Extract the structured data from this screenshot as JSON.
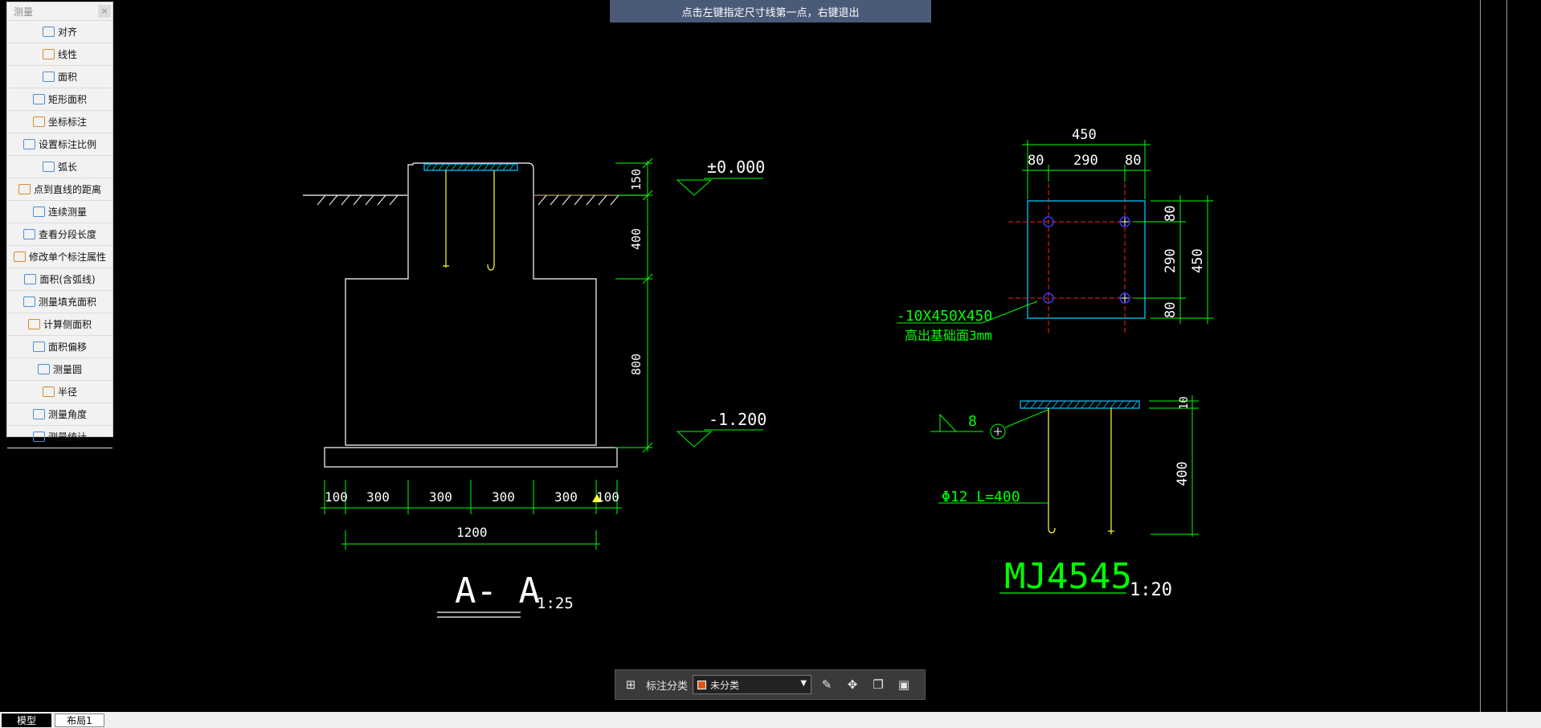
{
  "hint": "点击左键指定尺寸线第一点，右键退出",
  "panel": {
    "title": "测量",
    "close": "×",
    "items": [
      {
        "label": "对齐",
        "icon": "align-dim-icon"
      },
      {
        "label": "线性",
        "icon": "linear-dim-icon"
      },
      {
        "label": "面积",
        "icon": "area-icon"
      },
      {
        "label": "矩形面积",
        "icon": "rect-area-icon"
      },
      {
        "label": "坐标标注",
        "icon": "coordinate-icon"
      },
      {
        "label": "设置标注比例",
        "icon": "scale-icon"
      },
      {
        "label": "弧长",
        "icon": "arc-length-icon"
      },
      {
        "label": "点到直线的距离",
        "icon": "point-line-distance-icon"
      },
      {
        "label": "连续测量",
        "icon": "continuous-measure-icon"
      },
      {
        "label": "查看分段长度",
        "icon": "segment-length-icon"
      },
      {
        "label": "修改单个标注属性",
        "icon": "edit-dim-icon"
      },
      {
        "label": "面积(含弧线)",
        "icon": "arc-area-icon"
      },
      {
        "label": "测量填充面积",
        "icon": "fill-area-icon"
      },
      {
        "label": "计算侧面积",
        "icon": "side-area-icon"
      },
      {
        "label": "面积偏移",
        "icon": "area-offset-icon"
      },
      {
        "label": "测量圆",
        "icon": "circle-measure-icon"
      },
      {
        "label": "半径",
        "icon": "radius-icon"
      },
      {
        "label": "测量角度",
        "icon": "angle-icon"
      },
      {
        "label": "测量统计",
        "icon": "statistics-icon"
      }
    ]
  },
  "drawing": {
    "section_AA": {
      "top_elev": "±0.000",
      "bottom_elev": "-1.200",
      "vert_dims": [
        "150",
        "400",
        "800"
      ],
      "horiz_dims": [
        "100",
        "300",
        "300",
        "300",
        "300",
        "100"
      ],
      "total_width": "1200",
      "title": "A- A",
      "scale": "1:25"
    },
    "plate_plan": {
      "top_total": "450",
      "top_parts": [
        "80",
        "290",
        "80"
      ],
      "right_parts": [
        "80",
        "290",
        "80"
      ],
      "right_total": "450",
      "note1": "-10X450X450",
      "note2": "高出基础面3mm"
    },
    "plate_section": {
      "weld": "8",
      "rebar": "Φ12 L=400",
      "thk": "10",
      "height": "400",
      "title": "MJ4545",
      "scale": "1:20"
    }
  },
  "bottombar": {
    "label": "标注分类",
    "selected": "未分类",
    "swatch_color": "#e0561a"
  },
  "tabs": {
    "model": "模型",
    "layout": "布局1"
  },
  "colors": {
    "green": "#00ff00",
    "yellow": "#ffff33",
    "cyan": "#00c8ff",
    "red": "#ff2020",
    "white": "#ffffff"
  }
}
